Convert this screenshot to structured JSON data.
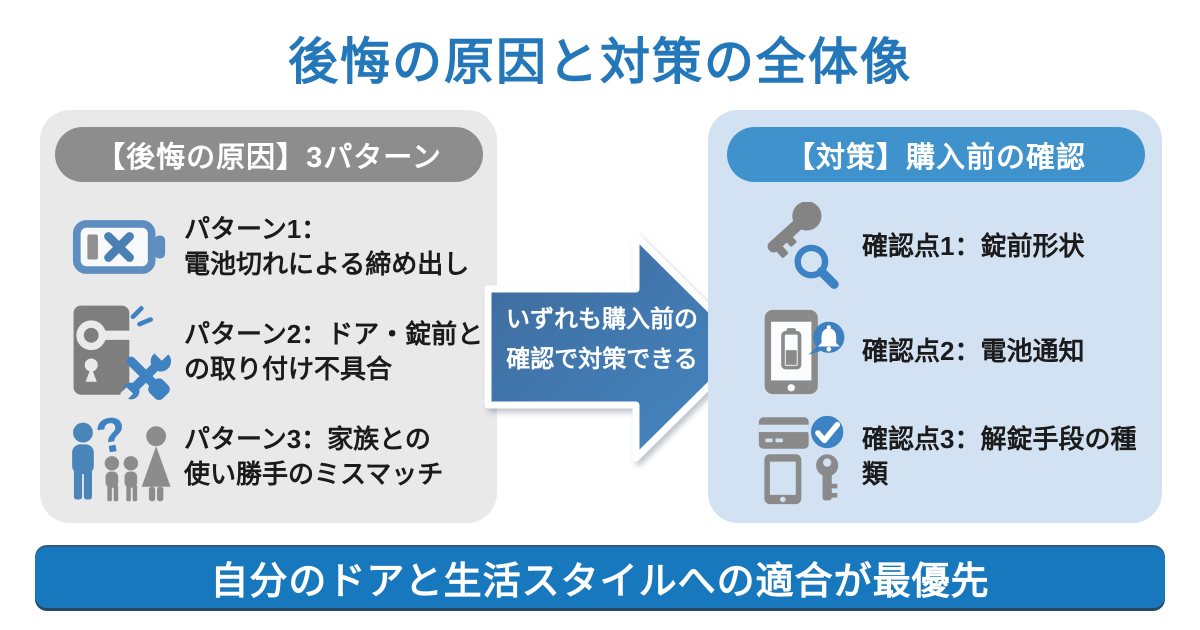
{
  "title": "後悔の原因と対策の全体像",
  "colors": {
    "title_blue": "#2478ba",
    "panel_gray_bg": "#e9e9e9",
    "pill_gray": "#8d8d8d",
    "panel_blue_bg": "#d2e2f2",
    "pill_blue": "#3f92cb",
    "arrow_gradient_start": "#3e6a9c",
    "arrow_gradient_end": "#4588c3",
    "banner_blue": "#1878be",
    "icon_gray": "#8a8a8a",
    "icon_blue": "#3c80c1",
    "body_text": "#1b1b1b"
  },
  "left_panel": {
    "header": "【後悔の原因】3パターン",
    "items": [
      {
        "icon": "dead-battery-icon",
        "line1": "パターン1：",
        "line2": "電池切れによる締め出し"
      },
      {
        "icon": "door-lock-repair-icon",
        "line1": "パターン2：ドア・錠前と",
        "line2": "の取り付け不具合"
      },
      {
        "icon": "family-question-icon",
        "line1": "パターン3：家族との",
        "line2": "使い勝手のミスマッチ"
      }
    ]
  },
  "arrow": {
    "line1": "いずれも購入前の",
    "line2": "確認で対策できる"
  },
  "right_panel": {
    "header": "【対策】購入前の確認",
    "items": [
      {
        "icon": "key-search-icon",
        "label": "確認点1：錠前形状"
      },
      {
        "icon": "phone-battery-alert-icon",
        "label": "確認点2：電池通知"
      },
      {
        "icon": "unlock-methods-icon",
        "label": "確認点3：解錠手段の種類"
      }
    ]
  },
  "banner": "自分のドアと生活スタイルへの適合が最優先"
}
